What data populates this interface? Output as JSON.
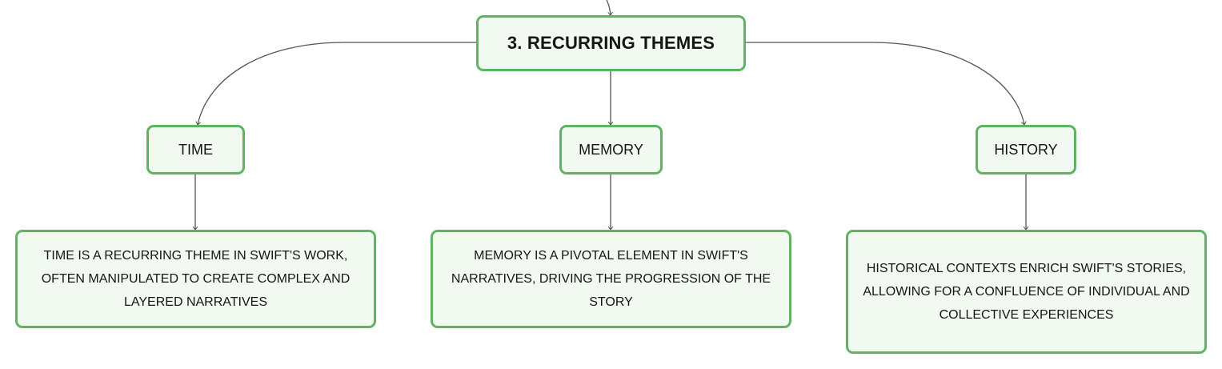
{
  "colors": {
    "node_border": "#5bb561",
    "node_fill": "#f1f9f1",
    "edge": "#555555",
    "text": "#151515"
  },
  "root": {
    "label": "3. RECURRING THEMES"
  },
  "branches": [
    {
      "topic": "TIME",
      "detail": "TIME IS A RECURRING THEME IN SWIFT'S WORK, OFTEN MANIPULATED TO CREATE COMPLEX AND LAYERED NARRATIVES"
    },
    {
      "topic": "MEMORY",
      "detail": "MEMORY IS A PIVOTAL ELEMENT IN SWIFT'S NARRATIVES, DRIVING THE PROGRESSION OF THE STORY"
    },
    {
      "topic": "HISTORY",
      "detail": "HISTORICAL CONTEXTS ENRICH SWIFT'S STORIES, ALLOWING FOR A CONFLUENCE OF INDIVIDUAL AND COLLECTIVE EXPERIENCES"
    }
  ]
}
